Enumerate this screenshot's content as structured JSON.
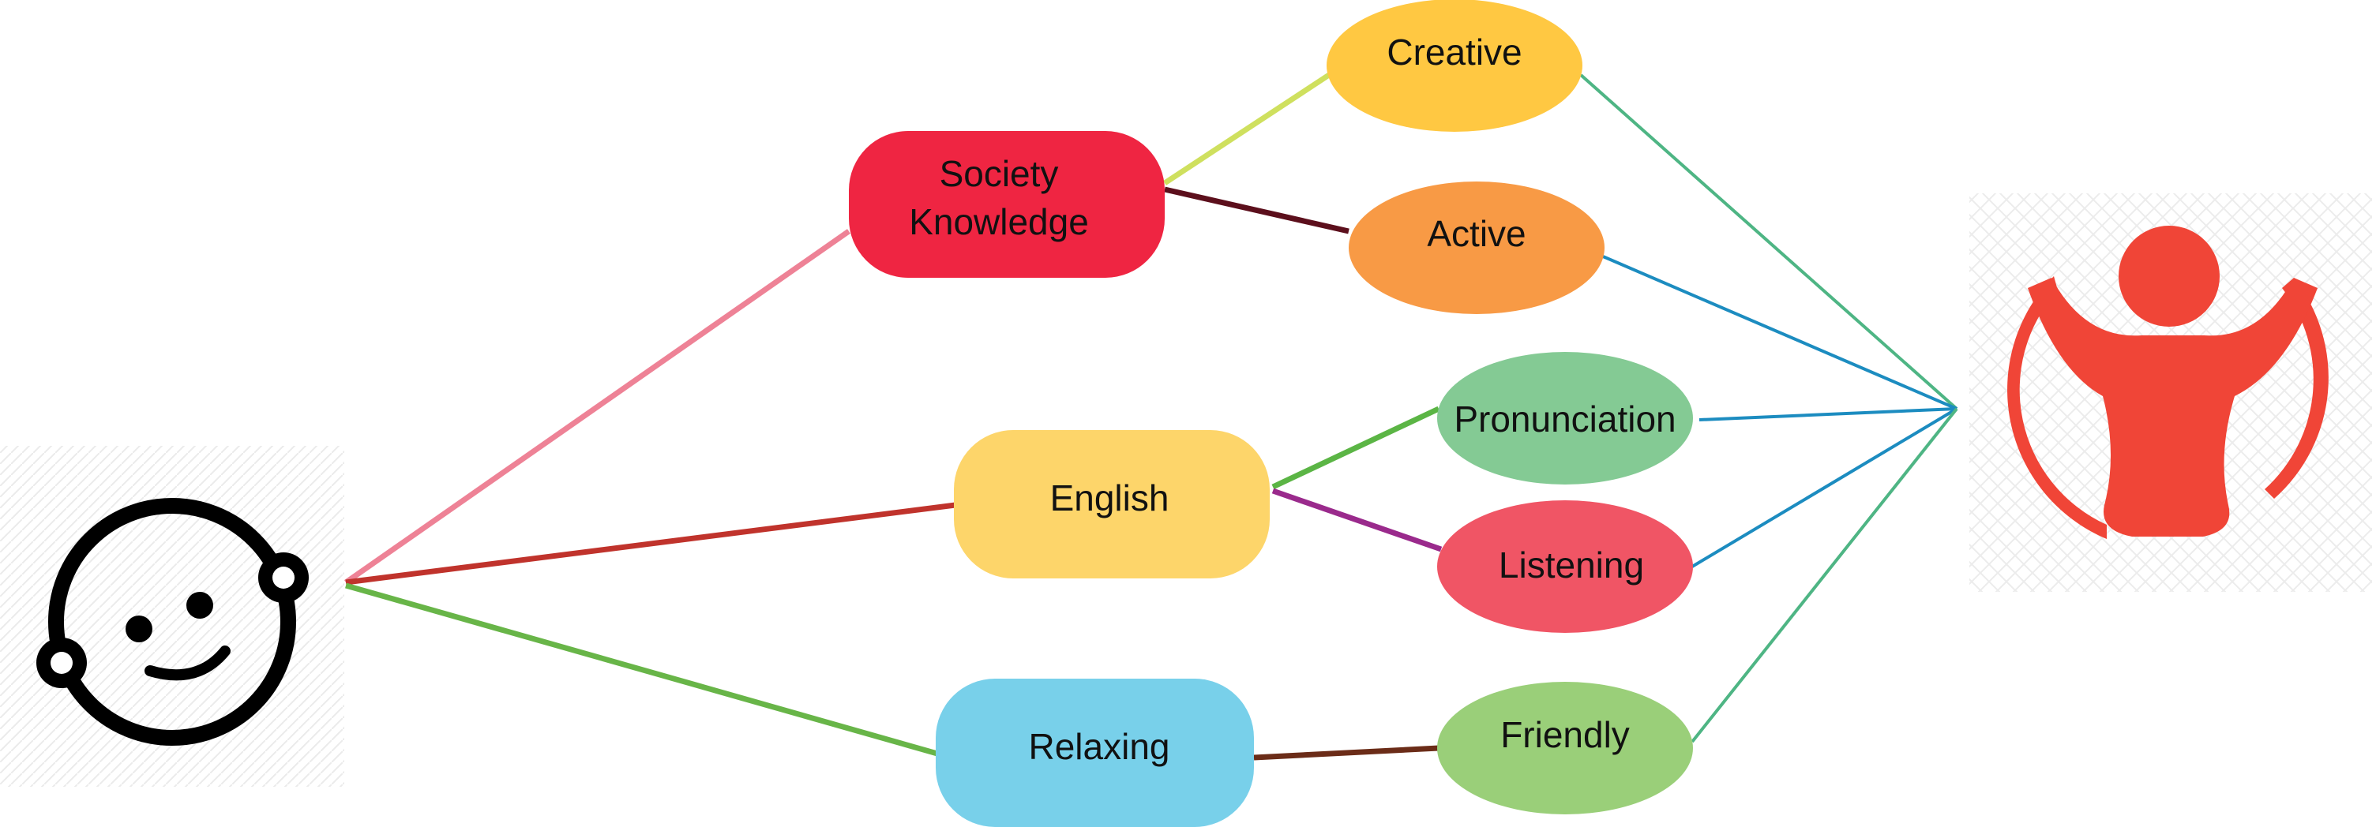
{
  "diagram": {
    "nodes": [
      {
        "id": "society",
        "lines": [
          "Society",
          "Knowledge"
        ],
        "color": "#ef2542"
      },
      {
        "id": "english",
        "lines": [
          "English"
        ],
        "color": "#fdd56a"
      },
      {
        "id": "relaxing",
        "lines": [
          "Relaxing"
        ],
        "color": "#78d0ea"
      },
      {
        "id": "creative",
        "lines": [
          "Creative"
        ],
        "color": "#ffc842"
      },
      {
        "id": "active",
        "lines": [
          "Active"
        ],
        "color": "#f89a45"
      },
      {
        "id": "pronunciation",
        "lines": [
          "Pronunciation"
        ],
        "color": "#84ca94"
      },
      {
        "id": "listening",
        "lines": [
          "Listening"
        ],
        "color": "#f05565"
      },
      {
        "id": "friendly",
        "lines": [
          "Friendly"
        ],
        "color": "#9acf79"
      }
    ],
    "left_icon": "baby-face-icon",
    "right_icon": "child-logo-icon",
    "colors": {
      "baby_to_society": "#ee8296",
      "baby_to_english": "#c0332c",
      "baby_to_relaxing": "#68b548",
      "society_to_creative": "#cfe05e",
      "society_to_active": "#5c0f1c",
      "english_to_pronunciation": "#5bb545",
      "english_to_listening": "#9a2a8c",
      "relaxing_to_friendly": "#6b2c18",
      "to_logo_green": "#4eb584",
      "to_logo_blue": "#1c8cc0",
      "logo_red": "#f04537",
      "baby_black": "#000000"
    }
  }
}
